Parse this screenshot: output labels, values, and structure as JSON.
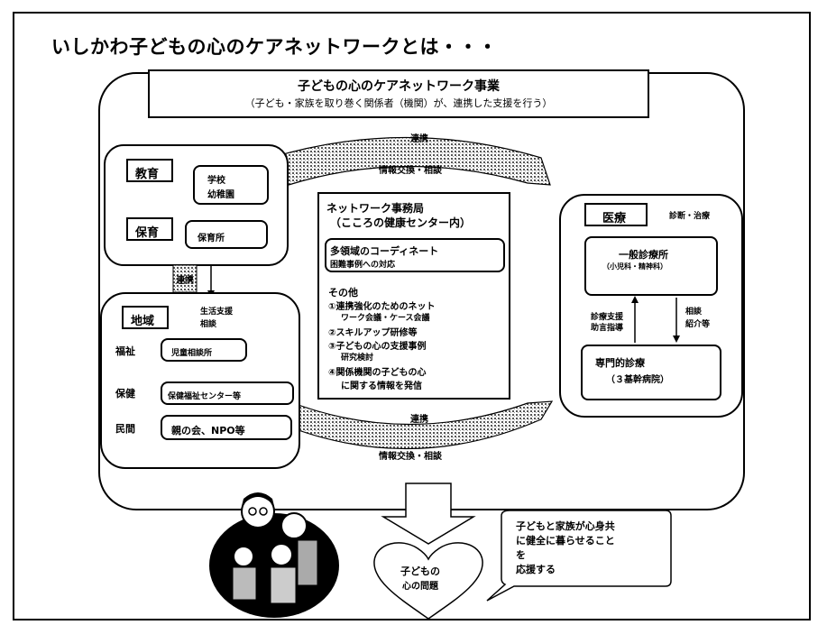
{
  "title": "いしかわ子どもの心のケアネットワークとは・・・",
  "header": {
    "main": "子どもの心のケアネットワーク事業",
    "sub": "（子ども・家族を取り巻く関係者（機関）が、連携した支援を行う）"
  },
  "arrows": {
    "top1": "連携",
    "top2": "情報交換・相談",
    "bottom1": "連携",
    "bottom2": "情報交換・相談",
    "left": "連携"
  },
  "left_group": {
    "education": "教育",
    "school_line1": "学校",
    "school_line2": "幼稚園",
    "childcare": "保育",
    "nursery": "保育所"
  },
  "community": {
    "title": "地域",
    "note_line1": "生活支援",
    "note_line2": "相談",
    "welfare": "福祉",
    "welfare_box": "児童相談所",
    "health": "保健",
    "health_box": "保健福祉センター等",
    "private": "民間",
    "private_box": "親の会、NPO等"
  },
  "center": {
    "line1": "ネットワーク事務局",
    "line2": "（こころの健康センター内）",
    "coord_line1": "多領域のコーディネート",
    "coord_line2": "困難事例への対応",
    "other": "その他",
    "item1a": "①連携強化のためのネット",
    "item1b": "ワーク会議・ケース会議",
    "item2": "②スキルアップ研修等",
    "item3a": "③子どもの心の支援事例",
    "item3b": "研究検討",
    "item4a": "④関係機関の子どもの心",
    "item4b": "に関する情報を発信"
  },
  "medical": {
    "title": "医療",
    "note": "診断・治療",
    "clinic": "一般診療所",
    "clinic_sub": "（小児科・精神科）",
    "left_label1": "診療支援",
    "left_label2": "助言指導",
    "right_label1": "相談",
    "right_label2": "紹介等",
    "specialist": "専門的診療",
    "specialist_sub": "（３基幹病院）"
  },
  "heart": {
    "line1": "子どもの",
    "line2": "心の問題"
  },
  "bubble": {
    "line1": "子どもと家族が心身共",
    "line2": "に健全に暮らせること",
    "line3": "を",
    "line4": "応援する"
  }
}
